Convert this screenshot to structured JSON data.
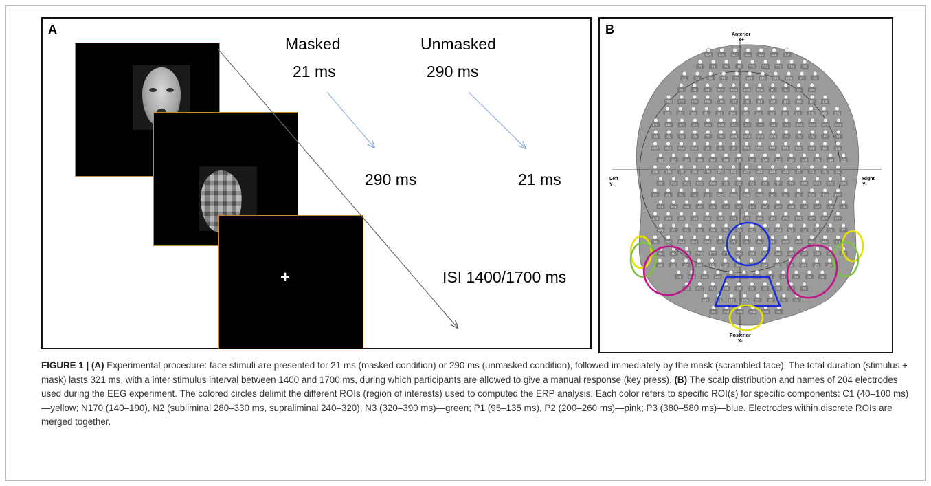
{
  "panel_a": {
    "label": "A",
    "masked_label": "Masked",
    "masked_stimulus": "21 ms",
    "masked_mask": "290 ms",
    "unmasked_label": "Unmasked",
    "unmasked_stimulus": "290 ms",
    "unmasked_mask": "21 ms",
    "fixation": "+",
    "isi": "ISI 1400/1700 ms"
  },
  "panel_b": {
    "label": "B",
    "anterior": "Anterior",
    "anterior_axis": "X+",
    "posterior": "Posterior",
    "posterior_axis": "X-",
    "left": "Left",
    "left_axis": "Y+",
    "right": "Right",
    "right_axis": "Y-",
    "electrode_labels": [
      "FP1",
      "FP2",
      "AF7",
      "AF3",
      "AF4",
      "AF8",
      "F7",
      "F3",
      "Fz",
      "F4",
      "F8",
      "FC5",
      "FC1",
      "FC2",
      "FC6",
      "C5",
      "C1",
      "C2",
      "C6",
      "T7",
      "T8",
      "CP5",
      "CP1",
      "CP2",
      "CP6",
      "P7",
      "P3",
      "Pz",
      "P4",
      "P8",
      "PO7",
      "PO3",
      "PO4",
      "PO8",
      "O1",
      "Oz",
      "O2",
      "TP9",
      "TP10",
      "FT7",
      "FT8",
      "POz",
      "186",
      "187",
      "131",
      "118",
      "127",
      "110",
      "160",
      "107",
      "168",
      "135",
      "137",
      "134",
      "121",
      "113",
      "104",
      "105",
      "114",
      "122",
      "108",
      "174",
      "175",
      "166",
      "176"
    ],
    "roi_colors": {
      "yellow": "#e8e000",
      "green": "#7dc242",
      "pink": "#c0158a",
      "blue": "#1b2fd6"
    }
  },
  "caption": {
    "figure_label": "FIGURE 1 |",
    "a_label": "(A)",
    "a_text": "Experimental procedure: face stimuli are presented for 21 ms (masked condition) or 290 ms (unmasked condition), followed immediately by the mask (scrambled face). The total duration (stimulus + mask) lasts 321 ms, with a inter stimulus interval between 1400 and 1700 ms, during which participants are allowed to give a manual response (key press).",
    "b_label": "(B)",
    "b_text": "The scalp distribution and names of 204 electrodes used during the EEG experiment. The colored circles delimit the different ROIs (region of interests) used to computed the ERP analysis. Each color refers to specific ROI(s) for specific components: C1 (40–100 ms)—yellow; N170 (140–190), N2 (subliminal 280–330 ms, supraliminal 240–320), N3 (320–390 ms)—green; P1 (95–135 ms), P2 (200–260 ms)—pink; P3 (380–580 ms)—blue. Electrodes within discrete ROIs are merged together."
  }
}
